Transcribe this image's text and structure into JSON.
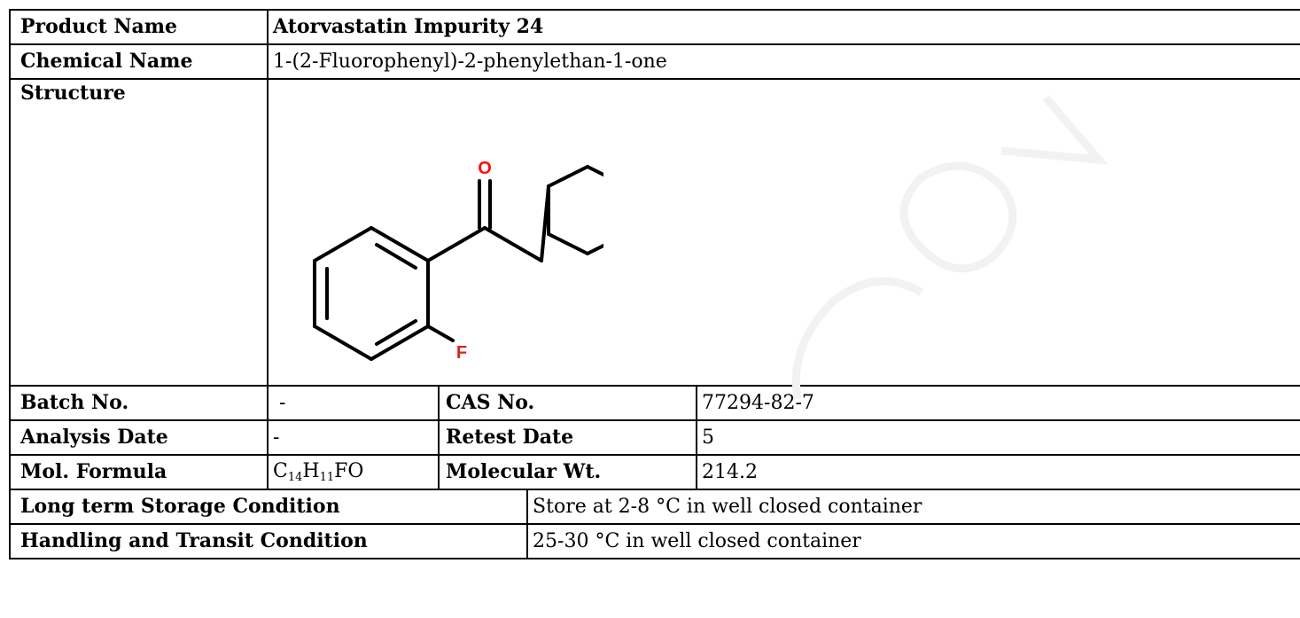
{
  "rows": {
    "product_name": {
      "label": "Product Name",
      "value": "Atorvastatin Impurity 24"
    },
    "chemical_name": {
      "label": "Chemical Name",
      "value": "1-(2-Fluorophenyl)-2-phenylethan-1-one"
    },
    "structure": {
      "label": "Structure",
      "atoms": {
        "oxygen": "O",
        "fluorine": "F"
      },
      "colors": {
        "oxygen": "#ff0d0d",
        "fluorine": "#e0201f",
        "bond": "#000000"
      }
    },
    "batch_no": {
      "label": "Batch No.",
      "value": "-"
    },
    "cas_no": {
      "label": "CAS No.",
      "value": "77294-82-7"
    },
    "analysis_date": {
      "label": "Analysis Date",
      "value": "-"
    },
    "retest_date": {
      "label": "Retest Date",
      "value": "5"
    },
    "mol_formula": {
      "label": "Mol. Formula",
      "parts": {
        "c": "C",
        "c_count": "14",
        "h": "H",
        "h_count": "11",
        "rest": "FO"
      }
    },
    "molecular_wt": {
      "label": "Molecular Wt.",
      "value": "214.2"
    },
    "long_term_storage": {
      "label": "Long term Storage Condition",
      "value": "Store at 2-8 °C in well closed container"
    },
    "handling_transit": {
      "label": "Handling and Transit Condition",
      "value": "25-30 °C in well closed container"
    }
  },
  "watermark_color": "#f2f2f2"
}
